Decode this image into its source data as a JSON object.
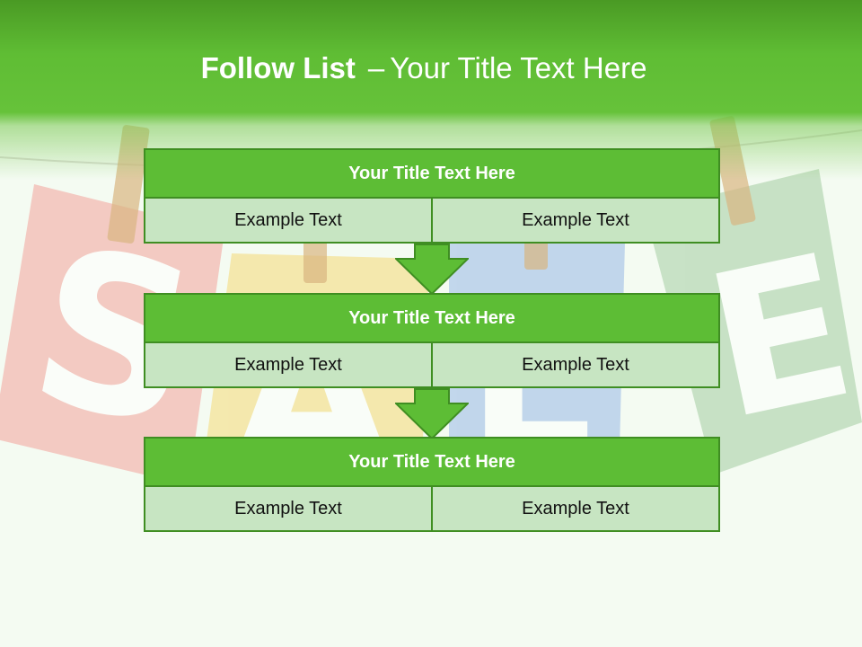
{
  "slide": {
    "title_bold": "Follow List",
    "title_separator": "–",
    "title_rest": "Your Title Text Here"
  },
  "steps": [
    {
      "title": "Your Title Text Here",
      "left": "Example Text",
      "right": "Example Text"
    },
    {
      "title": "Your Title Text Here",
      "left": "Example Text",
      "right": "Example Text"
    },
    {
      "title": "Your Title Text Here",
      "left": "Example Text",
      "right": "Example Text"
    }
  ],
  "colors": {
    "header_green": "#5fbd34",
    "block_title_fill": "#5dbd35",
    "block_cell_fill": "#c7e5c2",
    "border_green": "#3f8e22"
  }
}
